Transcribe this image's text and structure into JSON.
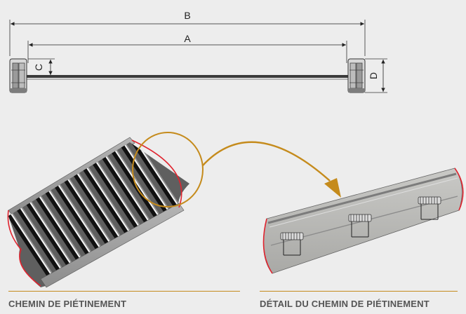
{
  "dimensions": {
    "b": "B",
    "a": "A",
    "c": "C",
    "d": "D"
  },
  "captions": {
    "left": "CHEMIN DE PIÉTINEMENT",
    "right": "DÉTAIL DU CHEMIN DE PIÉTINEMENT"
  },
  "colors": {
    "background": "#ededed",
    "accent": "#c58b1c",
    "highlight_edge": "#e0242f",
    "caption_text": "#555555"
  }
}
